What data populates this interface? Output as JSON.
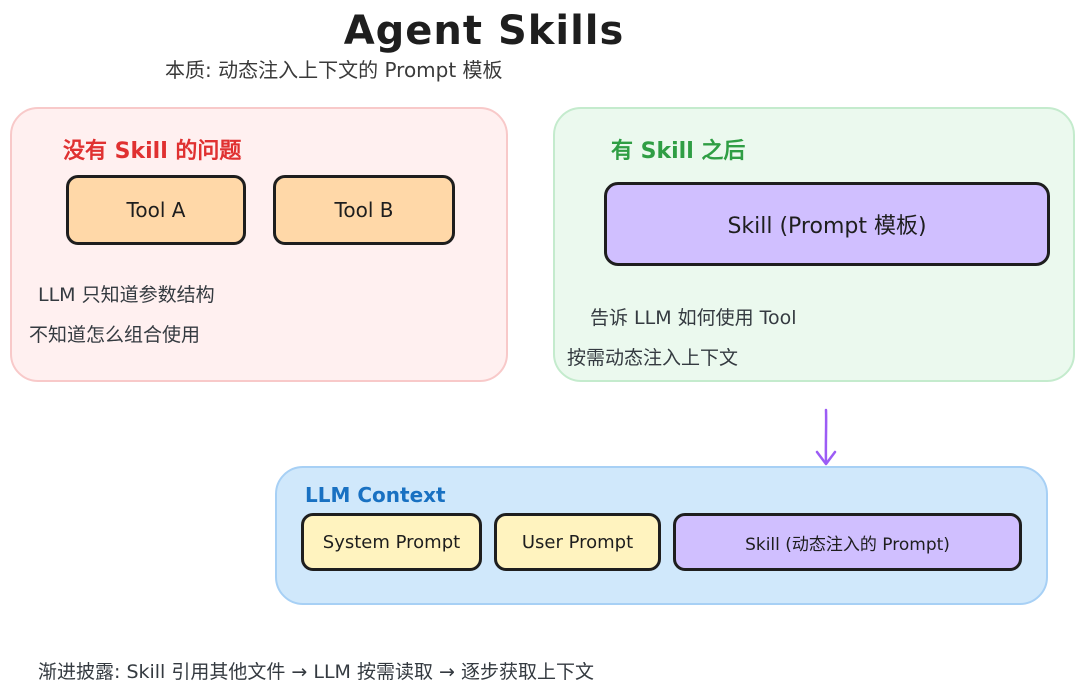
{
  "title": "Agent Skills",
  "subtitle": "本质: 动态注入上下文的 Prompt 模板",
  "problem": {
    "heading": "没有 Skill 的问题",
    "tools": [
      "Tool A",
      "Tool B"
    ],
    "notes": [
      "LLM 只知道参数结构",
      "不知道怎么组合使用"
    ]
  },
  "after": {
    "heading": "有 Skill 之后",
    "skill_box": "Skill (Prompt 模板)",
    "notes": [
      "告诉 LLM 如何使用 Tool",
      "按需动态注入上下文"
    ]
  },
  "context": {
    "heading": "LLM Context",
    "items": [
      "System Prompt",
      "User Prompt",
      "Skill (动态注入的 Prompt)"
    ]
  },
  "footer": "渐进披露: Skill 引用其他文件 → LLM 按需读取 → 逐步获取上下文",
  "colors": {
    "problem_heading": "#e03131",
    "after_heading": "#2f9e44",
    "context_heading": "#1971c2",
    "tool_fill": "#ffd8a8",
    "skill_fill": "#d0bfff",
    "prompt_fill": "#fff3bf",
    "arrow": "#9c5cf5"
  }
}
